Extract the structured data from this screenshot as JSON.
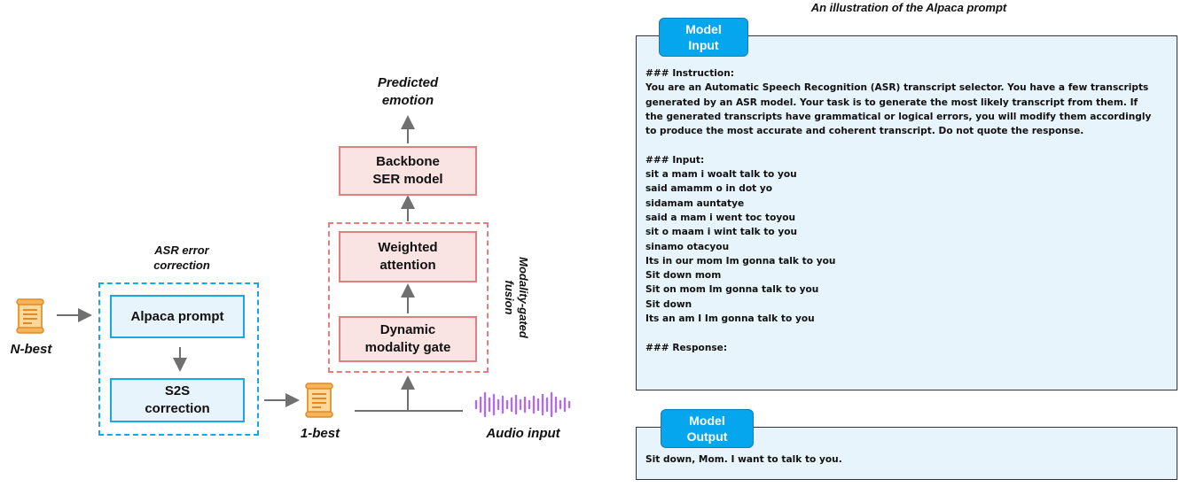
{
  "diagram": {
    "predicted_emotion": "Predicted\nemotion",
    "backbone": "Backbone\nSER model",
    "weighted_attention": "Weighted\nattention",
    "dynamic_gate": "Dynamic\nmodality gate",
    "fusion_label": "Modality-gated\nfusion",
    "asr_label": "ASR error\ncorrection",
    "alpaca_prompt": "Alpaca prompt",
    "s2s_correction": "S2S\ncorrection",
    "nbest": "N-best",
    "onebest": "1-best",
    "audio_input": "Audio input"
  },
  "prompt": {
    "title": "An illustration of the Alpaca prompt",
    "input_tab": "Model\nInput",
    "output_tab": "Model\nOutput",
    "input_lines": [
      "### Instruction:",
      "You are an Automatic Speech Recognition (ASR) transcript selector. You have a few transcripts",
      "generated by an ASR model. Your task is to generate the most likely transcript from them. If",
      "the generated transcripts have grammatical or logical errors, you will modify them accordingly",
      "to produce the most accurate and coherent transcript. Do not quote the response.",
      "",
      "### Input:",
      "sit a mam i woalt talk to you",
      "said amamm o in dot yo",
      "sidamam auntatye",
      "said a mam i went toc toyou",
      "sit o maam i wint talk to you",
      "sinamo otacyou",
      "Its in our mom Im gonna talk to you",
      "Sit down mom",
      "Sit on mom Im gonna talk to you",
      "Sit down",
      "Its an am I Im gonna talk to you",
      "",
      "### Response:"
    ],
    "output_text": "Sit down, Mom. I want to talk to you."
  },
  "colors": {
    "pink_fill": "#f9e3e3",
    "pink_border": "#e07f7f",
    "blue_border": "#1aa7e1",
    "panel_fill": "#e8f4fc",
    "tab_fill": "#06a6ee",
    "audio_wave": "#b06fe0",
    "arrow": "#707070"
  }
}
